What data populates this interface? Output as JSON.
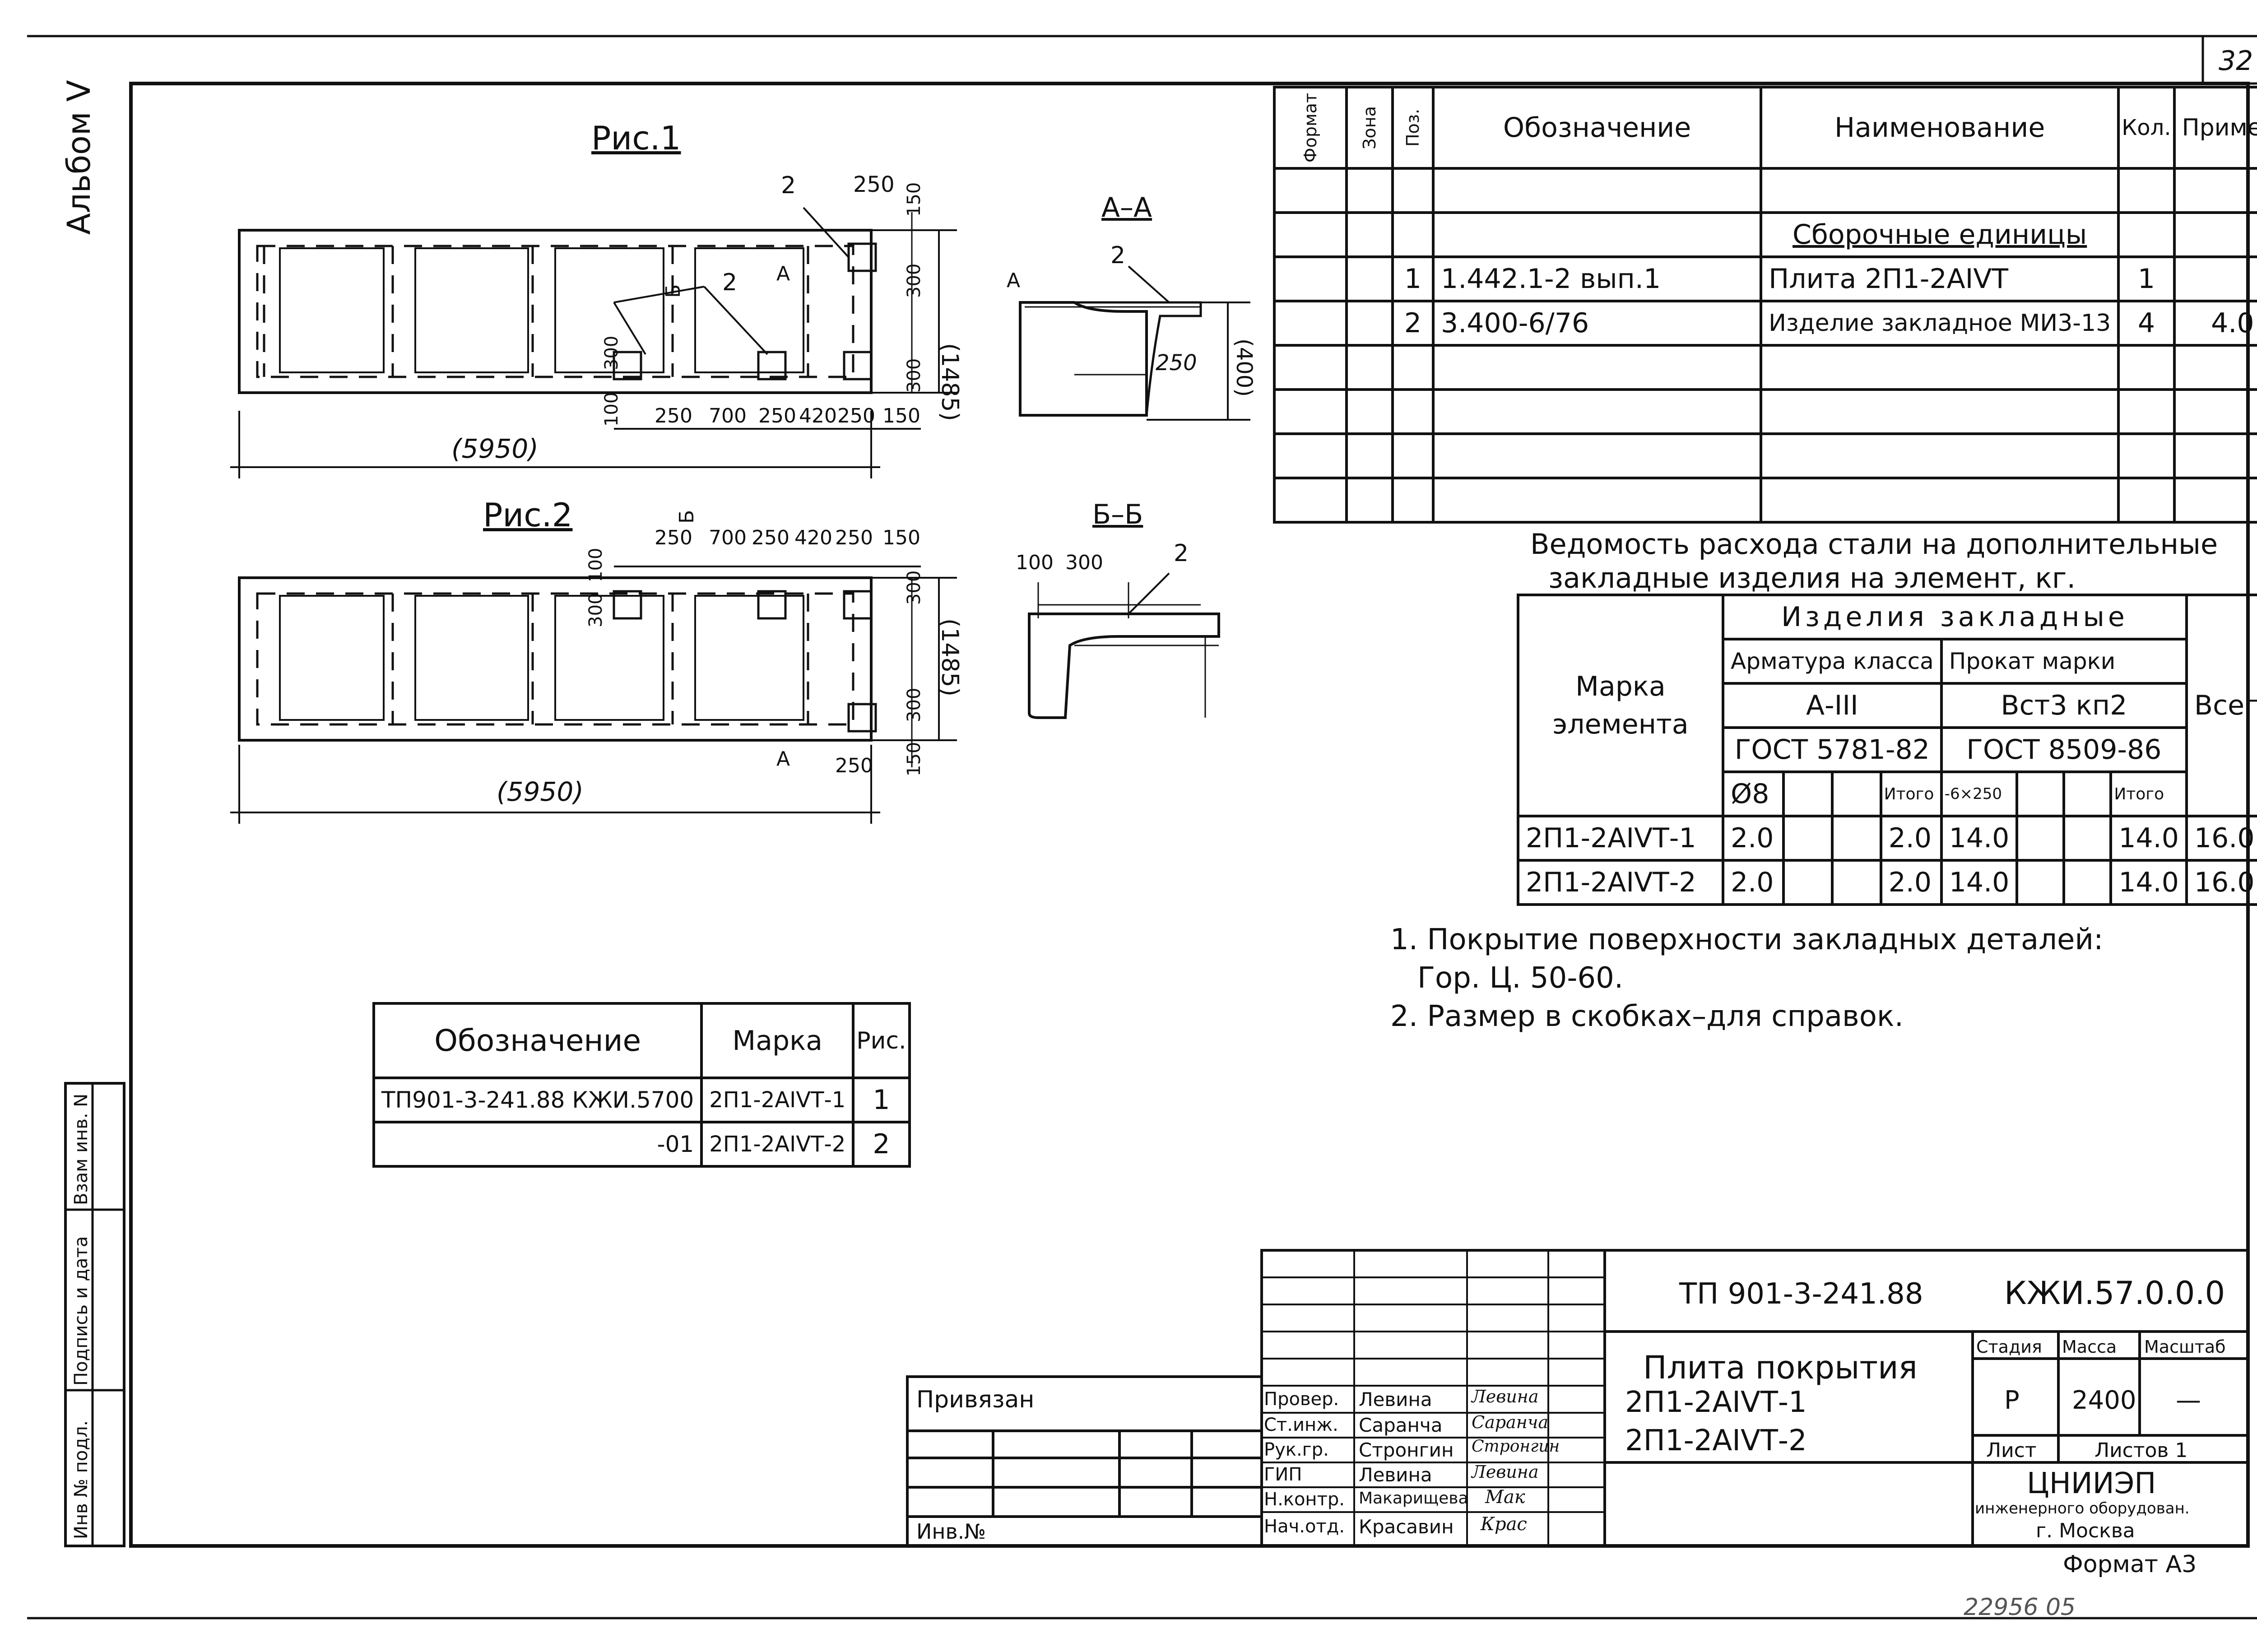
{
  "page_number": "32",
  "album": "Альбом V",
  "figures": {
    "fig1_title": "Рис.1",
    "fig2_title": "Рис.2",
    "fig1_width": "(5950)",
    "fig2_width": "(5950)",
    "height": "(1485)",
    "section_aa": "А–А",
    "section_bb": "Б–Б",
    "dim_250": "250",
    "dim_150": "150",
    "dim_300": "300",
    "dim_100": "100",
    "dim_700": "700",
    "dim_420": "420",
    "dim_400": "(400)",
    "mark_2": "2",
    "mark_a": "А",
    "mark_b": "Б"
  },
  "spec_table": {
    "headers": [
      "Формат",
      "Зона",
      "Поз.",
      "Обозначение",
      "Наименование",
      "Кол.",
      "Примеч."
    ],
    "section_title": "Сборочные единицы",
    "rows": [
      {
        "pos": "1",
        "designation": "1.442.1-2  вып.1",
        "name": "Плита 2П1-2АIVТ",
        "qty": "1",
        "note": ""
      },
      {
        "pos": "2",
        "designation": "3.400-6/76",
        "name": "Изделие закладное МИ3-13",
        "qty": "4",
        "note": "4.0"
      }
    ]
  },
  "steel_table": {
    "title_line1": "Ведомость расхода стали на дополнительные",
    "title_line2": "закладные изделия на элемент, кг.",
    "col_mark": "Марка элемента",
    "col_group": "Изделия закладные",
    "col_rebar": "Арматура класса",
    "col_rolled": "Прокат марки",
    "rebar_class": "А-III",
    "rolled_grade": "Вст3 кп2",
    "rebar_gost": "ГОСТ 5781-82",
    "rolled_gost": "ГОСТ 8509-86",
    "col_total": "Всего",
    "sub_phi8": "Ø8",
    "sub_total": "Итого",
    "sub_section": "-6×250",
    "rows": [
      {
        "mark": "2П1-2АIVТ-1",
        "phi8": "2.0",
        "t1": "2.0",
        "sec": "14.0",
        "t2": "14.0",
        "total": "16.0"
      },
      {
        "mark": "2П1-2АIVТ-2",
        "phi8": "2.0",
        "t1": "2.0",
        "sec": "14.0",
        "t2": "14.0",
        "total": "16.0"
      }
    ]
  },
  "notes": {
    "n1a": "1. Покрытие поверхности закладных деталей:",
    "n1b": "Гор. Ц. 50-60.",
    "n2": "2. Размер в скобках–для справок."
  },
  "mark_table": {
    "h_designation": "Обозначение",
    "h_mark": "Марка",
    "h_fig": "Рис.",
    "r1_designation": "ТП901-3-241.88  КЖИ.5700",
    "r1_mark": "2П1-2АIVТ-1",
    "r1_fig": "1",
    "r2_designation": "-01",
    "r2_mark": "2П1-2АIVТ-2",
    "r2_fig": "2"
  },
  "side_stamp": {
    "inv_podl": "Инв № подл.",
    "podpis": "Подпись и дата",
    "vzam": "Взам инв. N"
  },
  "title_block": {
    "privyazan": "Привязан",
    "inv_no": "Инв.№",
    "code": "ТП 901-3-241.88",
    "doc": "КЖИ.57.0.0.0",
    "name1": "Плита покрытия",
    "name2": "2П1-2АIVТ-1",
    "name3": "2П1-2АIVТ-2",
    "h_stage": "Стадия",
    "h_mass": "Масса",
    "h_scale": "Масштаб",
    "stage": "Р",
    "mass": "2400",
    "scale": "—",
    "sheet": "Лист",
    "sheets": "Листов 1",
    "org1": "ЦНИИЭП",
    "org2": "инженерного оборудован.",
    "org3": "г. Москва",
    "format": "Формат А3",
    "roles": [
      {
        "role": "Провер.",
        "name": "Левина",
        "sign": "Левина"
      },
      {
        "role": "Ст.инж.",
        "name": "Саранча",
        "sign": "Саранча"
      },
      {
        "role": "Рук.гр.",
        "name": "Стронгин",
        "sign": "Стронгин"
      },
      {
        "role": "ГИП",
        "name": "Левина",
        "sign": "Левина"
      },
      {
        "role": "Н.контр.",
        "name": "Макарищева",
        "sign": "Мак"
      },
      {
        "role": "Нач.отд.",
        "name": "Красавин",
        "sign": "Крас"
      }
    ]
  },
  "archive_number": "22956 05"
}
